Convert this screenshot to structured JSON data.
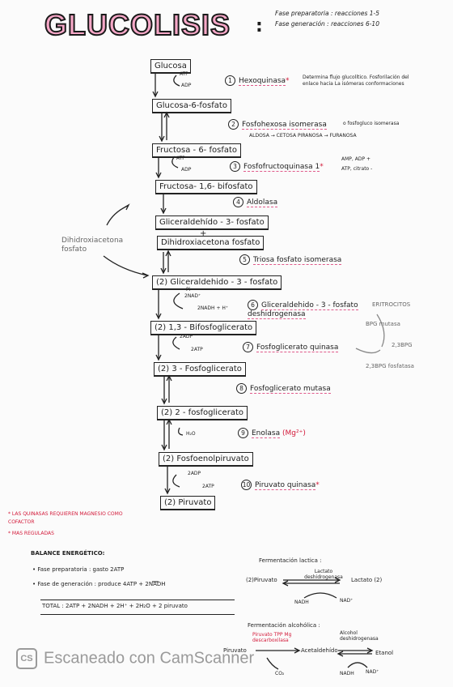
{
  "title": "GLUCOLISIS",
  "phases": [
    "Fase preparatoria : reacciones 1-5",
    "Fase generación : reacciones 6-10"
  ],
  "metabolites": [
    "Glucosa",
    "Glucosa-6-fosfato",
    "Fructosa - 6- fosfato",
    "Fructosa- 1,6- bifosfato",
    "Gliceraldehído - 3- fosfato",
    "Dihidroxiacetona fosfato",
    "(2) Gliceraldehido - 3 - fosfato",
    "(2) 1,3 - Bifosfoglicerato",
    "(2) 3 - Fosfoglicerato",
    "(2) 2 - fosfoglicerato",
    "(2) Fosfoenolpiruvato",
    "(2) Piruvato"
  ],
  "plus": "+",
  "cofactors": {
    "c1": "ATP",
    "c2": "ADP",
    "c3": "ATP",
    "c4": "ADP",
    "c5": "Pi",
    "c6": "2NAD⁺",
    "c7": "2NADH + H⁺",
    "c8": "2ADP",
    "c9": "2ATP",
    "c10": "H₂O",
    "c11": "2ADP",
    "c12": "2ATP"
  },
  "enzymes": [
    {
      "num": "1",
      "name": "Hexoquinasa",
      "mark": "*",
      "note": "Determina flujo glucolítico. Fosforilación del enlace hacia La isómeras conformaciones"
    },
    {
      "num": "2",
      "name": "Fosfohexosa isomerasa",
      "extra": "o fosfogluco isomerasa",
      "note": "ALDOSA → CETOSA  PIRANOSA → FURANOSA"
    },
    {
      "num": "3",
      "name": "Fosfofructoquinasa 1",
      "mark": "*",
      "reg1": "AMP, ADP +",
      "reg2": "ATP, citrato -"
    },
    {
      "num": "4",
      "name": "Aldolasa"
    },
    {
      "num": "5",
      "name": "Triosa fosfato isomerasa"
    },
    {
      "num": "6",
      "name": "Gliceraldehido - 3 - fosfato deshidrogenasa"
    },
    {
      "num": "7",
      "name": "Fosfoglicerato quinasa"
    },
    {
      "num": "8",
      "name": "Fosfoglicerato mutasa"
    },
    {
      "num": "9",
      "name": "Enolasa",
      "extra": "(Mg²⁺)"
    },
    {
      "num": "10",
      "name": "Piruvato quinasa",
      "mark": "*"
    }
  ],
  "side_label": "Dihidroxiacetona fosfato",
  "eritro": {
    "title": "ERITROCITOS",
    "a": "BPG mutasa",
    "b": "2,3BPG",
    "c": "2,3BPG fosfatasa"
  },
  "notes": [
    "* LAS QUINASAS REQUIEREN MAGNESIO COMO COFACTOR",
    "* MAS REGULADAS"
  ],
  "balance": {
    "title": "BALANCE ENERGÉTICO:",
    "l1": "• Fase preparatoria : gasto 2ATP",
    "l2": "• Fase de generación : produce 4ATP + 2NADH",
    "total": "TOTAL : 2ATP + 2NADH + 2H⁺ + 2H₂O + 2 piruvato"
  },
  "lactica": {
    "title": "Fermentación lactica :",
    "enzyme": "Lactato deshidrogenasa",
    "left": "(2)Piruvato",
    "right": "Lactato (2)",
    "co1": "NADH",
    "co2": "NAD⁺"
  },
  "alcoholica": {
    "title": "Fermentación alcohólica :",
    "enz1": "Piruvato TPP Mg descarboxilasa",
    "enz2": "Alcohol deshidrogenasa",
    "s1": "Piruvato",
    "s2": "Acetaldehído",
    "s3": "Etanol",
    "co1": "CO₂",
    "co2": "NADH",
    "co3": "NAD⁺"
  },
  "watermark": "Escaneado con CamScanner",
  "wm_icon": "CS"
}
